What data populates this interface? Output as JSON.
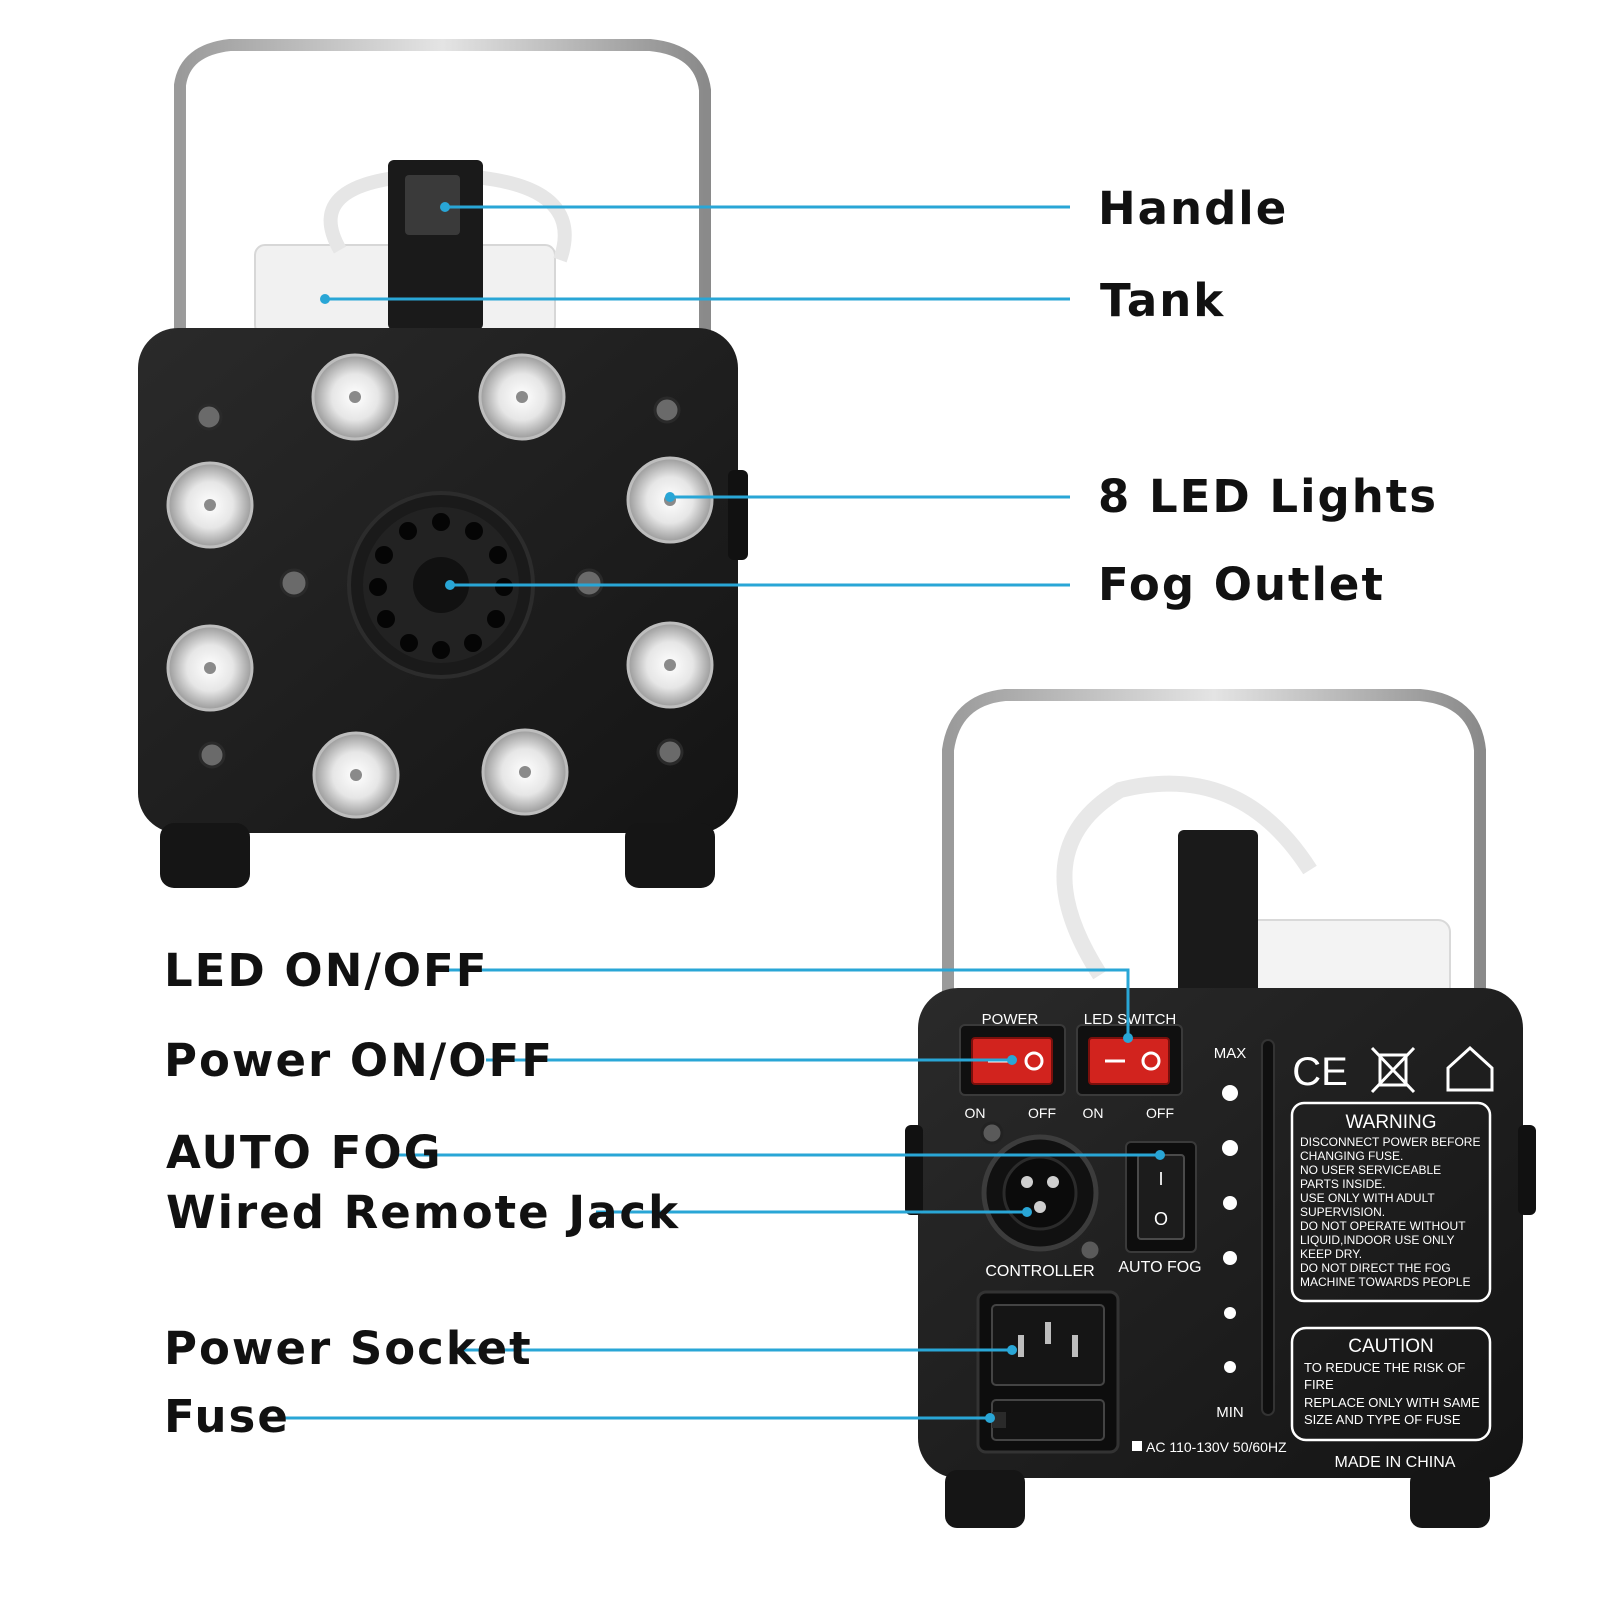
{
  "colors": {
    "leader": "#29a6d6",
    "body": "#1e1e1e",
    "switch_red": "#d2231e",
    "label_text": "#111111"
  },
  "callouts": {
    "handle": "Handle",
    "tank": "Tank",
    "led_lights": "8 LED Lights",
    "fog_outlet": "Fog Outlet",
    "led_onoff": "LED ON/OFF",
    "power_onoff": "Power ON/OFF",
    "auto_fog": "AUTO FOG",
    "wired_remote": "Wired Remote Jack",
    "power_socket": "Power Socket",
    "fuse": "Fuse"
  },
  "rear_panel": {
    "power": "POWER",
    "led_switch": "LED SWITCH",
    "on": "ON",
    "off": "OFF",
    "on_2": "ON",
    "off_2": "OFF",
    "controller": "CONTROLLER",
    "auto_fog": "AUTO FOG",
    "max": "MAX",
    "min": "MIN",
    "ce": "CE",
    "warning_title": "WARNING",
    "warning_lines": [
      "DISCONNECT POWER BEFORE",
      "CHANGING FUSE.",
      "NO USER SERVICEABLE",
      "PARTS INSIDE.",
      "USE ONLY WITH ADULT",
      "SUPERVISION.",
      "DO NOT OPERATE WITHOUT",
      "LIQUID,INDOOR USE ONLY",
      "KEEP DRY.",
      "DO NOT DIRECT THE FOG",
      "MACHINE TOWARDS PEOPLE"
    ],
    "caution_title": "CAUTION",
    "caution_lines": [
      "TO REDUCE THE RISK OF",
      "FIRE",
      "REPLACE ONLY WITH SAME",
      "SIZE AND TYPE OF FUSE"
    ],
    "voltage": "AC 110-130V 50/60HZ",
    "made_in": "MADE IN CHINA",
    "switch_i": "I",
    "switch_o": "O"
  }
}
